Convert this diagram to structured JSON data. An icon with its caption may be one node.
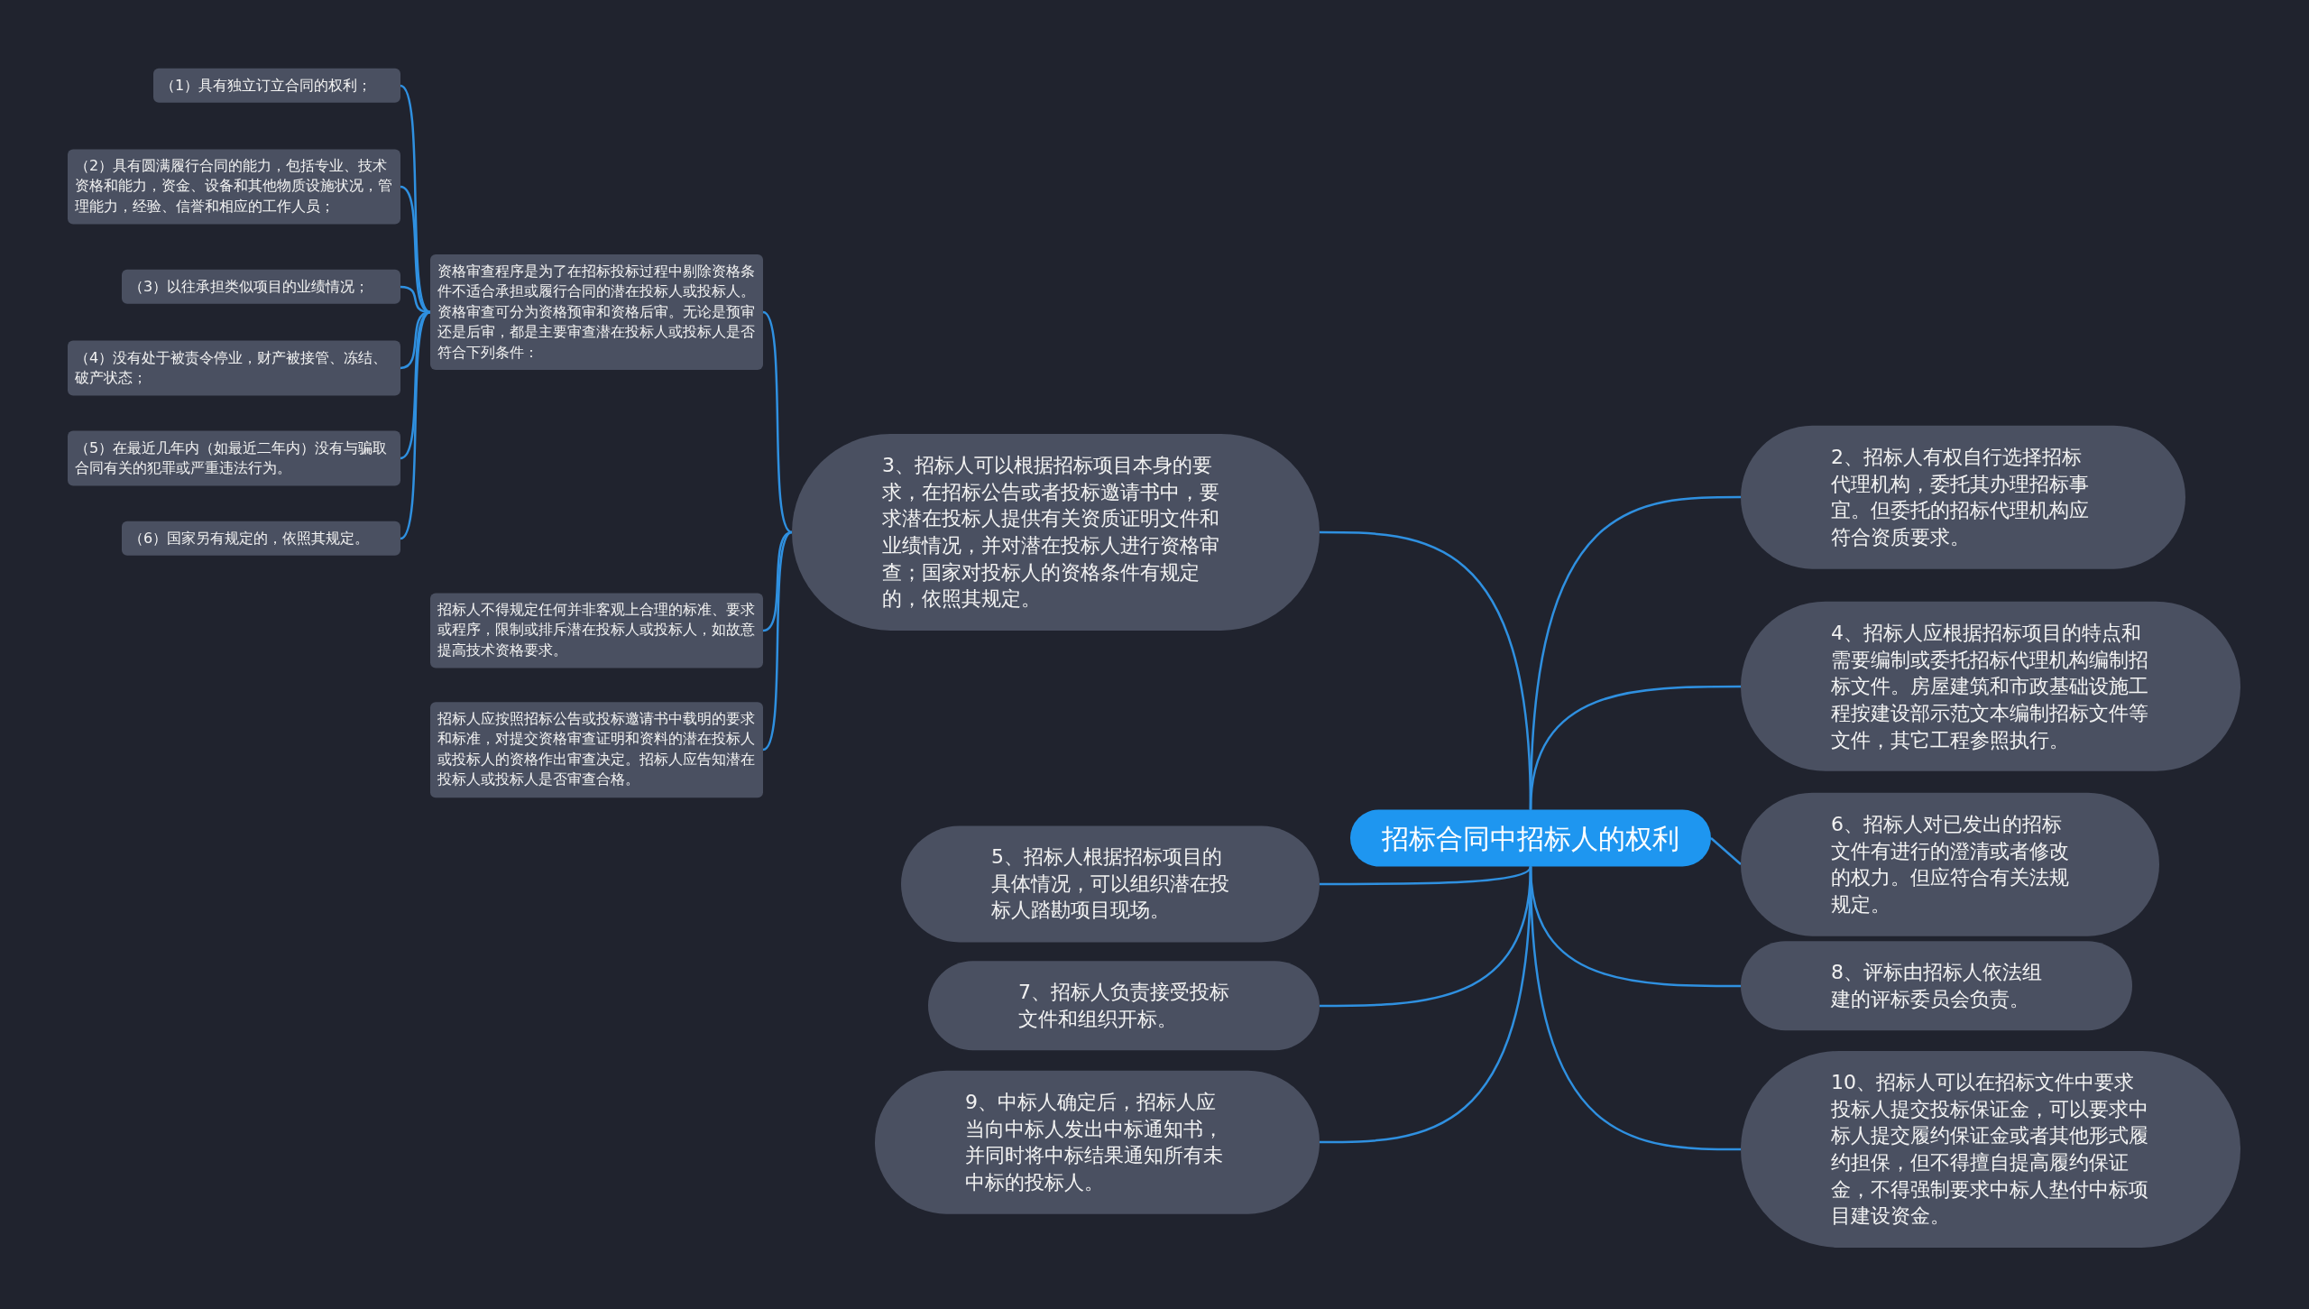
{
  "diagram": {
    "nodes": [
      {
        "text": [
          "招标合同中招标人的权利"
        ]
      },
      {
        "text": [
          "3、招标人可以根据招标项目本身的要求，在招标公告或者投标邀请书中，要求潜在投标人提供有关资质证明文件和业绩情况，并对潜在投标人进行资格审查；国家对投标人的资格条件有规定的，依照其规定。"
        ]
      },
      {
        "text": [
          "资格审查程序是为了在招标投标过程中剔除资格条件不适合承担或履行合同的潜在投标人或投标人。资格审查可分为资格预审和资格后审。无论是预审还是后审，都是主要审查潜在投标人或投标人是否符合下列条件："
        ]
      },
      {
        "text": [
          "（1）具有独立订立合同的权利；"
        ]
      },
      {
        "text": [
          "（2）具有圆满履行合同的能力，包括专业、技术资格和能力，资金、设备和其他物质设施状况，管理能力，经验、信誉和相应的工作人员；"
        ]
      },
      {
        "text": [
          "（3）以往承担类似项目的业绩情况；"
        ]
      },
      {
        "text": [
          "（4）没有处于被责令停业，财产被接管、冻结、破产状态；"
        ]
      },
      {
        "text": [
          "（5）在最近几年内（如最近二年内）没有与骗取合同有关的犯罪或严重违法行为。"
        ]
      },
      {
        "text": [
          "（6）国家另有规定的，依照其规定。"
        ]
      },
      {
        "text": [
          "招标人不得规定任何并非客观上合理的标准、要求或程序，限制或排斥潜在投标人或投标人，如故意提高技术资格要求。"
        ]
      },
      {
        "text": [
          "招标人应按照招标公告或投标邀请书中载明的要求和标准，对提交资格审查证明和资料的潜在投标人或投标人的资格作出审查决定。招标人应告知潜在投标人或投标人是否审查合格。"
        ]
      },
      {
        "text": [
          "5、招标人根据招标项目的具体情况，可以组织潜在投标人踏勘项目现场。"
        ]
      },
      {
        "text": [
          "7、招标人负责接受投标文件和组织开标。"
        ]
      },
      {
        "text": [
          "9、中标人确定后，招标人应当向中标人发出中标通知书，并同时将中标结果通知所有未中标的投标人。"
        ]
      },
      {
        "text": [
          "2、招标人有权自行选择招标代理机构，委托其办理招标事宜。但委托的招标代理机构应符合资质要求。"
        ]
      },
      {
        "text": [
          "4、招标人应根据招标项目的特点和需要编制或委托招标代理机构编制招标文件。房屋建筑和市政基础设施工程按建设部示范文本编制招标文件等文件，其它工程参照执行。"
        ]
      },
      {
        "text": [
          "6、招标人对已发出的招标文件有进行的澄清或者修改的权力。但应符合有关法规规定。"
        ]
      },
      {
        "text": [
          "8、评标由招标人依法组建的评标委员会负责。"
        ]
      },
      {
        "text": [
          "10、招标人可以在招标文件中要求投标人提交投标保证金，可以要求中标人提交履约保证金或者其他形式履约担保，但不得擅自提高履约保证金，不得强制要求中标人垫付中标项目建设资金。"
        ]
      }
    ],
    "edges": [
      {
        "from": 0,
        "to": 1,
        "arrow": "none"
      },
      {
        "from": 1,
        "to": 2,
        "arrow": "none"
      },
      {
        "from": 2,
        "to": 3,
        "arrow": "none"
      },
      {
        "from": 2,
        "to": 4,
        "arrow": "none"
      },
      {
        "from": 2,
        "to": 5,
        "arrow": "none"
      },
      {
        "from": 2,
        "to": 6,
        "arrow": "none"
      },
      {
        "from": 2,
        "to": 7,
        "arrow": "none"
      },
      {
        "from": 2,
        "to": 8,
        "arrow": "none"
      },
      {
        "from": 1,
        "to": 9,
        "arrow": "none"
      },
      {
        "from": 1,
        "to": 10,
        "arrow": "none"
      },
      {
        "from": 0,
        "to": 11,
        "arrow": "none"
      },
      {
        "from": 0,
        "to": 12,
        "arrow": "none"
      },
      {
        "from": 0,
        "to": 13,
        "arrow": "none"
      },
      {
        "from": 0,
        "to": 14,
        "arrow": "none"
      },
      {
        "from": 0,
        "to": 15,
        "arrow": "none"
      },
      {
        "from": 0,
        "to": 16,
        "arrow": "none"
      },
      {
        "from": 0,
        "to": 17,
        "arrow": "none"
      },
      {
        "from": 0,
        "to": 18,
        "arrow": "none"
      }
    ]
  }
}
